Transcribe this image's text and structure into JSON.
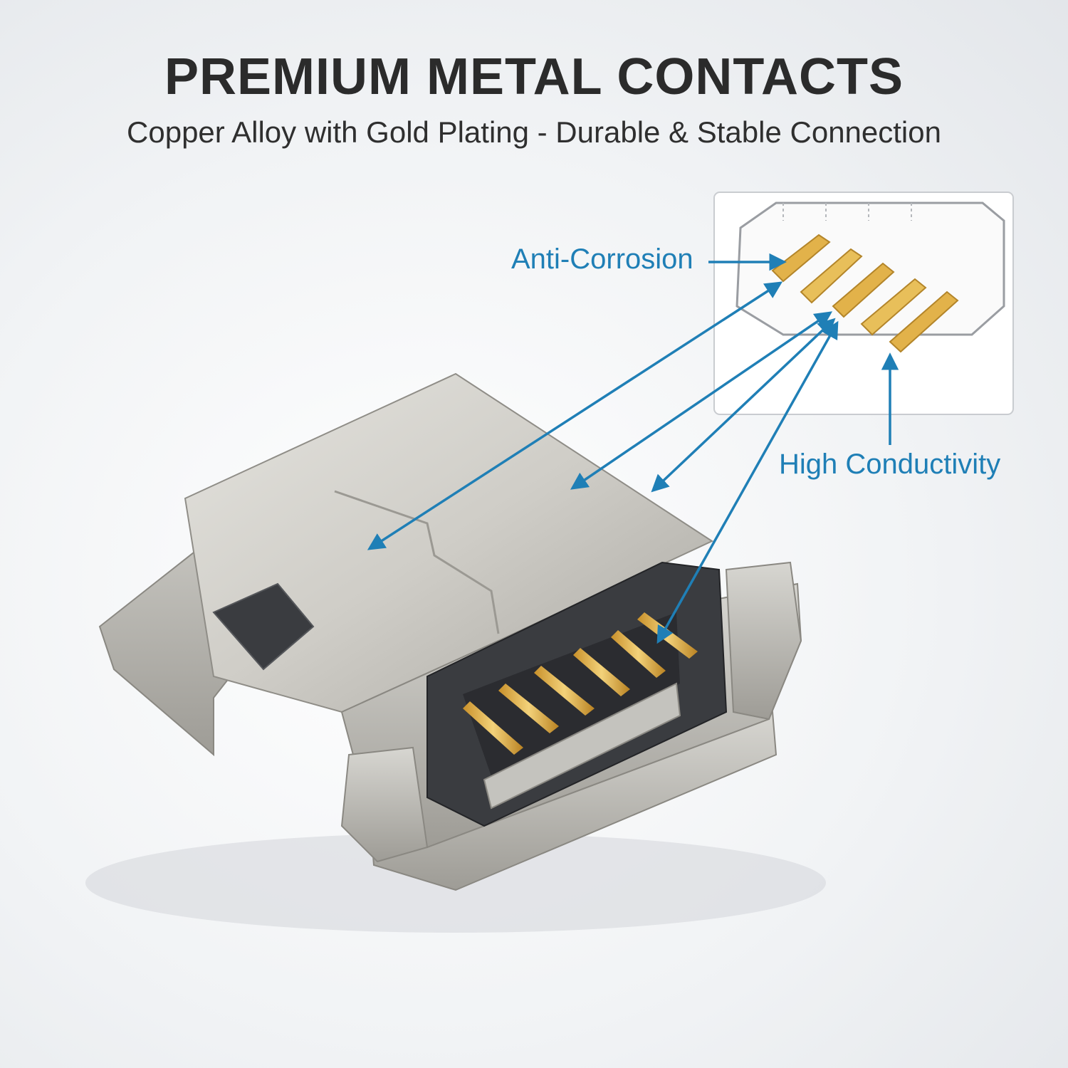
{
  "header": {
    "title": "PREMIUM METAL CONTACTS",
    "subtitle": "Copper Alloy with Gold Plating - Durable & Stable Connection"
  },
  "callouts": {
    "anti_corrosion": "Anti-Corrosion",
    "high_conductivity": "High Conductivity"
  },
  "colors": {
    "title": "#2b2b2b",
    "callout_blue": "#1f7fb6",
    "gold": "#e2b24a",
    "steel": "#c9c9c6",
    "housing": "#3a3c40"
  }
}
